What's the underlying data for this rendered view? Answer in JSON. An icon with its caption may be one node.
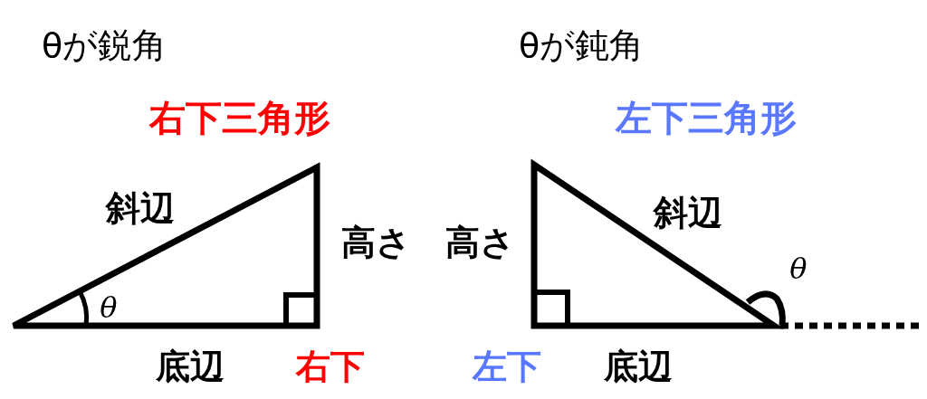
{
  "diagram": {
    "labels": [
      "θが鋭角",
      "θが鈍角",
      "右下三角形",
      "左下三角形",
      "斜辺",
      "斜辺",
      "高さ",
      "高さ",
      "θ",
      "θ",
      "底辺",
      "右下",
      "左下",
      "底辺"
    ]
  }
}
